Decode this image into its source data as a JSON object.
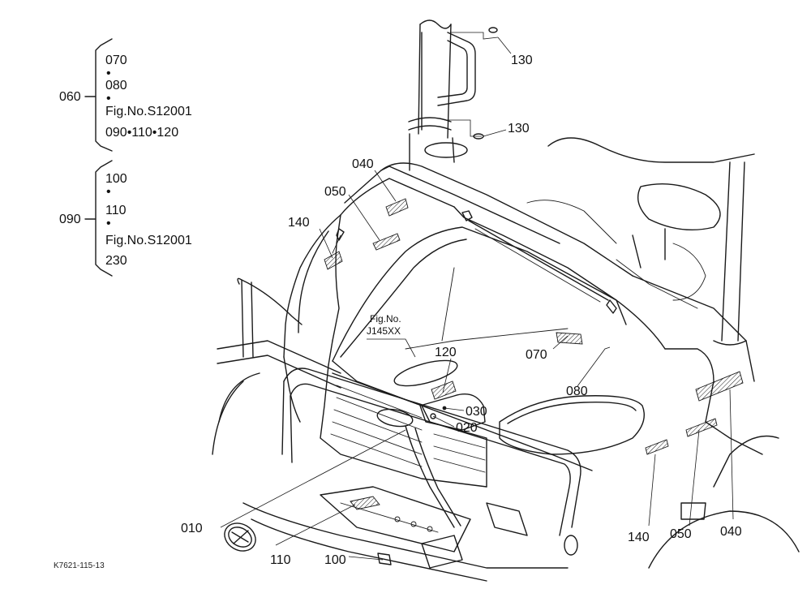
{
  "figure": {
    "reference_code": "K7621-115-13",
    "fig_callout": [
      "Fig.No.",
      "J145XX"
    ]
  },
  "groups": [
    {
      "id": "060",
      "items": [
        "070",
        "•",
        "080",
        "•",
        "Fig.No.S12001",
        "090•110•120"
      ]
    },
    {
      "id": "090",
      "items": [
        "100",
        "•",
        "110",
        "•",
        "Fig.No.S12001",
        "230"
      ]
    }
  ],
  "callouts": {
    "c130a": "130",
    "c130b": "130",
    "c040a": "040",
    "c050a": "050",
    "c140a": "140",
    "c120": "120",
    "c070": "070",
    "c080": "080",
    "c030": "030",
    "c020": "020",
    "c010": "010",
    "c110": "110",
    "c100": "100",
    "c140b": "140",
    "c050b": "050",
    "c040b": "040"
  }
}
